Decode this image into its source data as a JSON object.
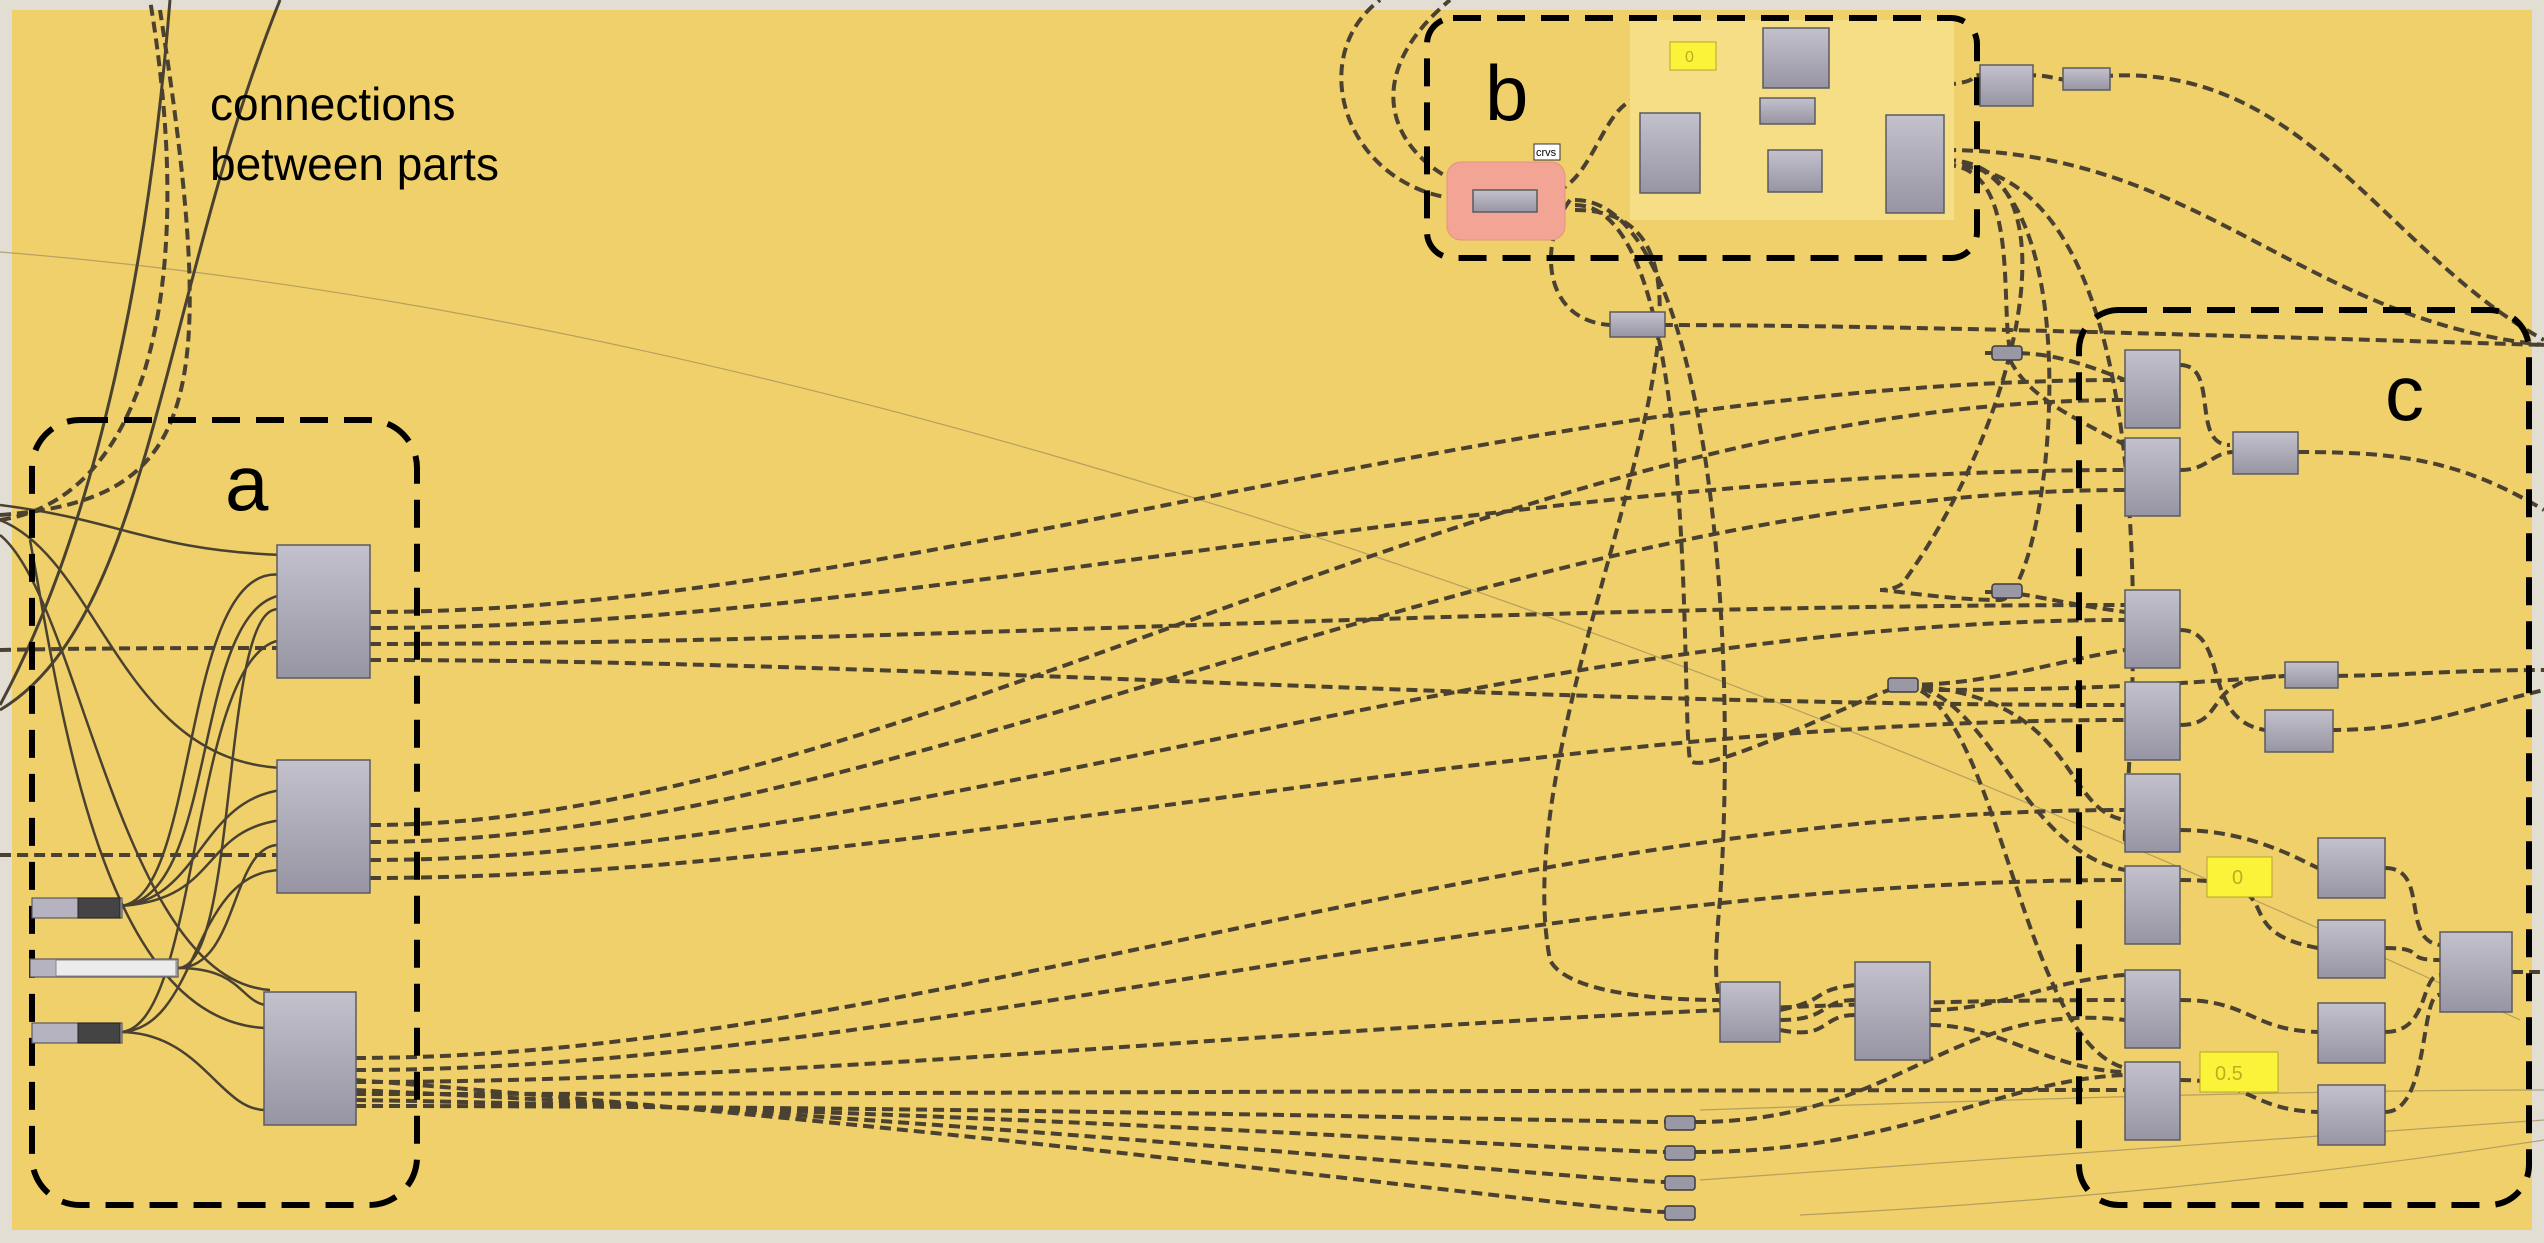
{
  "canvas": {
    "background": "#f0d06a",
    "border_color": "#dcdad3"
  },
  "annotation": {
    "line1": "connections",
    "line2": "between parts"
  },
  "groups": {
    "a": {
      "label": "a"
    },
    "b": {
      "label": "b"
    },
    "c": {
      "label": "c"
    }
  },
  "panels": {
    "b_zero": "0",
    "c_zero": "0",
    "c_half": "0.5"
  },
  "badges": {
    "crvs": "crvs"
  },
  "colors": {
    "node_fill": "#adabb7",
    "node_stroke": "#5a5a60",
    "wire": "#4a4130",
    "group_border": "#000000",
    "panel_yellow": "#fbf23a",
    "pink_highlight": "#f3a595",
    "light_group": "#f6de86"
  }
}
